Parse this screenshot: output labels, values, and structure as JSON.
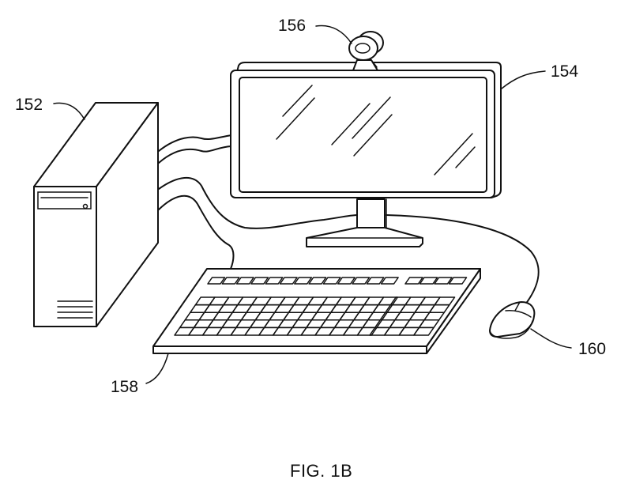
{
  "figure": {
    "caption": "FIG. 1B",
    "labels": {
      "computer_tower": "152",
      "monitor": "154",
      "webcam": "156",
      "keyboard": "158",
      "mouse": "160"
    }
  }
}
